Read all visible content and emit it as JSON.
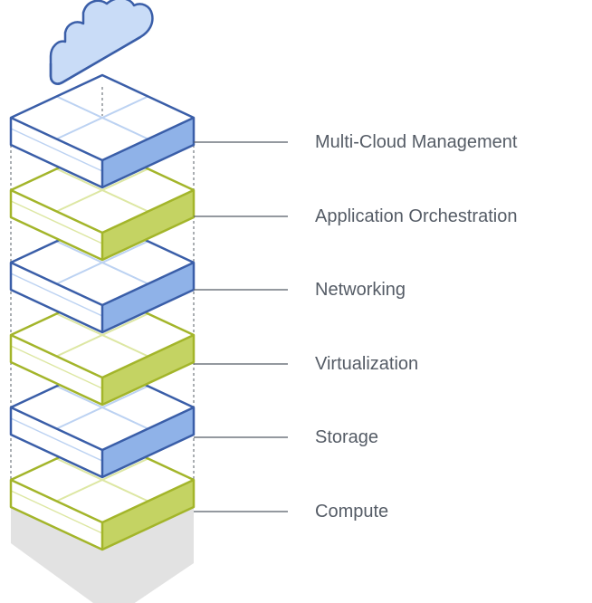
{
  "layers": [
    {
      "label": "Multi-Cloud Management",
      "style": "blue"
    },
    {
      "label": "Application Orchestration",
      "style": "green"
    },
    {
      "label": "Networking",
      "style": "blue"
    },
    {
      "label": "Virtualization",
      "style": "green"
    },
    {
      "label": "Storage",
      "style": "blue"
    },
    {
      "label": "Compute",
      "style": "green"
    }
  ],
  "colors": {
    "blue_stroke": "#3a5ea8",
    "blue_side": "#8fb2e8",
    "blue_grid": "#bcd2f2",
    "green_stroke": "#a3b52a",
    "green_side": "#c4d363",
    "green_grid": "#dde7a3",
    "cloud_fill": "#c9dcf7",
    "cloud_stroke": "#3a5ea8",
    "connector": "#555c66",
    "label_text": "#555c66",
    "shadow": "#e2e2e2"
  },
  "icons": {
    "top": "cloud-icon"
  }
}
